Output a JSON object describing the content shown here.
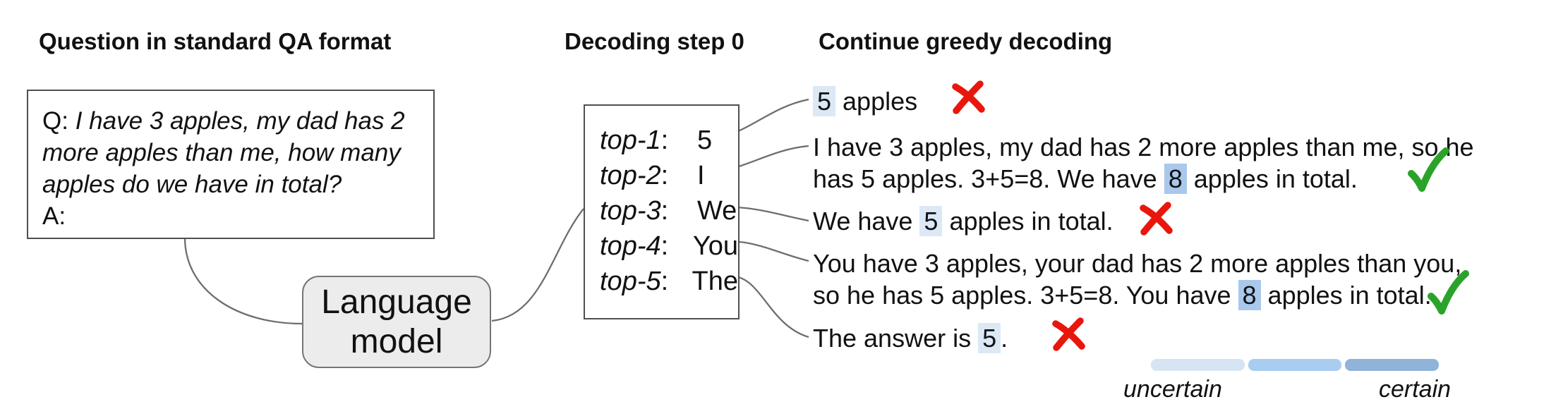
{
  "titles": {
    "question": "Question in standard QA format",
    "decoding": "Decoding step 0",
    "continue": "Continue greedy decoding"
  },
  "question_box": {
    "q_prefix": "Q: ",
    "question": "I have 3 apples, my dad has 2 more apples than me, how many apples do we have in total?",
    "a_prefix": "A:"
  },
  "language_model": {
    "label": "Language model"
  },
  "decoding_box": {
    "rows": [
      {
        "rank": "top-1",
        "sep": ": ",
        "token": "5"
      },
      {
        "rank": "top-2",
        "sep": ": ",
        "token": "I"
      },
      {
        "rank": "top-3",
        "sep": ": ",
        "token": "We"
      },
      {
        "rank": "top-4",
        "sep": ": ",
        "token": "You"
      },
      {
        "rank": "top-5",
        "sep": ": ",
        "token": "The"
      }
    ]
  },
  "continuations": [
    {
      "verdict": "incorrect",
      "segments": [
        {
          "text": "5",
          "highlight": "uncertain"
        },
        {
          "text": " apples"
        }
      ]
    },
    {
      "verdict": "correct",
      "segments": [
        {
          "text": "I have 3 apples, my dad has 2 more apples than me, so he"
        },
        {
          "break": true
        },
        {
          "text": "has 5 apples. 3+5=8. We have "
        },
        {
          "text": "8",
          "highlight": "certain"
        },
        {
          "text": " apples in total."
        }
      ]
    },
    {
      "verdict": "incorrect",
      "segments": [
        {
          "text": "We have "
        },
        {
          "text": "5",
          "highlight": "uncertain"
        },
        {
          "text": " apples in total."
        }
      ]
    },
    {
      "verdict": "correct",
      "segments": [
        {
          "text": "You have 3 apples, your dad has 2 more apples than you,"
        },
        {
          "break": true
        },
        {
          "text": "so he has 5 apples. 3+5=8. You have "
        },
        {
          "text": "8",
          "highlight": "certain"
        },
        {
          "text": " apples in total."
        }
      ]
    },
    {
      "verdict": "incorrect",
      "segments": [
        {
          "text": "The answer is "
        },
        {
          "text": "5",
          "highlight": "uncertain"
        },
        {
          "text": "."
        }
      ]
    }
  ],
  "legend": {
    "left_label": "uncertain",
    "right_label": "certain",
    "segment_colors": [
      "#d7e4f4",
      "#a8cdf1",
      "#8fb3d9"
    ]
  },
  "colors": {
    "highlight_uncertain": "#dce8f6",
    "highlight_certain": "#a9c8ec",
    "cross": "#e9160d",
    "check": "#2ba32b",
    "connector": "#6e6e6e"
  }
}
